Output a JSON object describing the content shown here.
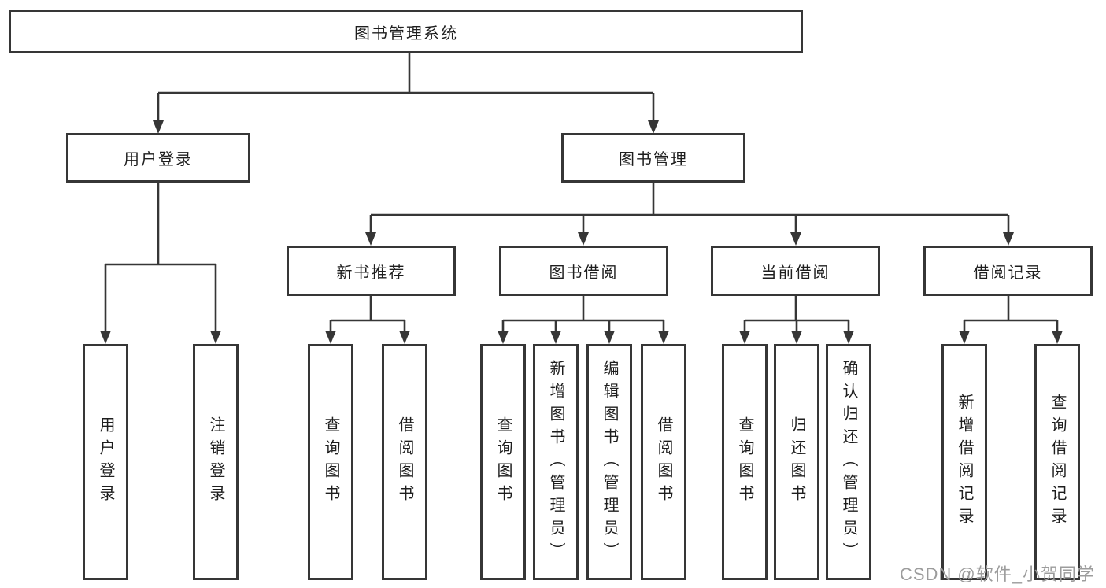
{
  "diagram": {
    "root": "图书管理系统",
    "user_login": {
      "label": "用户登录",
      "children": [
        "用户登录",
        "注销登录"
      ]
    },
    "book_management": {
      "label": "图书管理"
    },
    "new_book_recommend": {
      "label": "新书推荐",
      "children": [
        "查询图书",
        "借阅图书"
      ]
    },
    "book_borrow": {
      "label": "图书借阅",
      "children": [
        "查询图书",
        "新增图书（管理员）",
        "编辑图书（管理员）",
        "借阅图书"
      ]
    },
    "current_borrow": {
      "label": "当前借阅",
      "children": [
        "查询图书",
        "归还图书",
        "确认归还（管理员）"
      ]
    },
    "borrow_records": {
      "label": "借阅记录",
      "children": [
        "新增借阅记录",
        "查询借阅记录"
      ]
    },
    "colors": {
      "line": "#363636",
      "text": "#1e1e1e",
      "background": "#ffffff",
      "watermark": "#9c9c9c"
    }
  },
  "watermark": "CSDN @软件_小贺同学"
}
